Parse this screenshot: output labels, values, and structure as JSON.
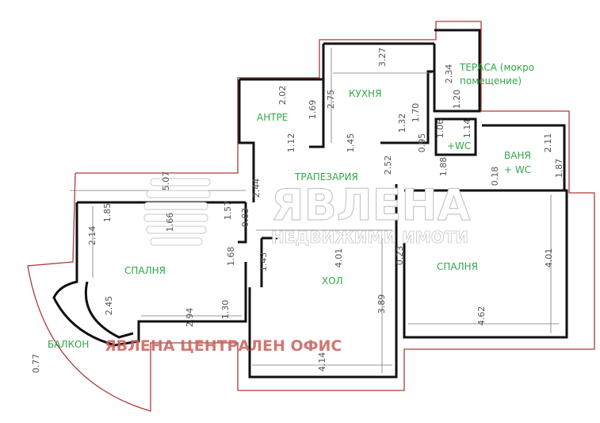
{
  "rooms": {
    "terrace_line1": "ТЕРАСА (мокро",
    "terrace_line2": "помещение)",
    "kitchen": "КУХНЯ",
    "entrance": "АНТРЕ",
    "wc": "+WC",
    "bath_line1": "ВАНЯ",
    "bath_line2": "+ WC",
    "dining": "ТРАПЕЗАРИЯ",
    "bedroom_left": "СПАЛНЯ",
    "bedroom_right": "СПАЛНЯ",
    "living": "ХОЛ",
    "balcony": "БАЛКОН"
  },
  "dimensions": [
    "3.27",
    "2.34",
    "1.20",
    "2.75",
    "2.02",
    "1.69",
    "1.70",
    "1.32",
    "1.14",
    "1.06",
    "1.12",
    "1.45",
    "0.95",
    "2.11",
    "1.87",
    "0.18",
    "1.88",
    "2.52",
    "2.44",
    "5.07",
    "4.01",
    "0.23",
    "1.85",
    "1.66",
    "1.57",
    "0.83",
    "2.14",
    "1.68",
    "1.43",
    "4.01",
    "2.45",
    "3.89",
    "1.30",
    "2.94",
    "4.62",
    "4.14",
    "0.77"
  ],
  "watermark": {
    "brand": "ЯВЛЕНА",
    "tagline": "НЕДВИЖИМИ ИМОТИ",
    "office": "ЯВЛЕНА ЦЕНТРАЛЕН ОФИС"
  },
  "colors": {
    "room_label": "#2fa84a",
    "outline": "#b03a3a",
    "walls": "#111111",
    "office_text": "#c9605a"
  }
}
